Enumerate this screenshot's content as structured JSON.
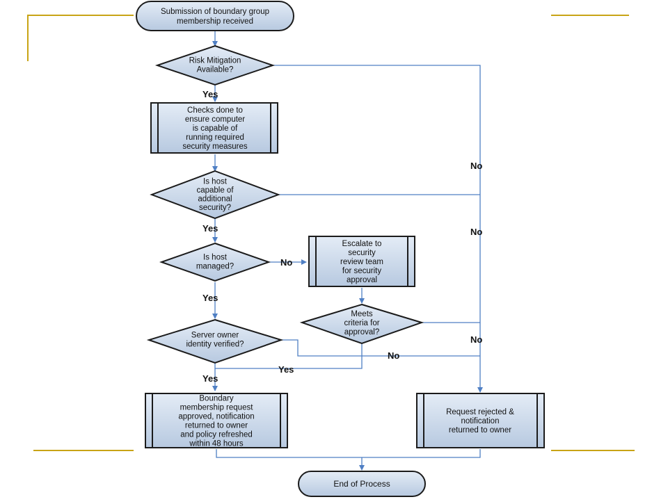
{
  "nodes": {
    "start": "Submission of boundary group membership received",
    "risk": "Risk Mitigation Available?",
    "checks": "Checks done to ensure computer is capable of running required security measures",
    "capable": "Is host capable of additional security?",
    "managed": "Is host managed?",
    "escalate": "Escalate to security review team for security approval",
    "criteria": "Meets criteria for approval?",
    "owner": "Server owner identity verified?",
    "approved": "Boundary membership request approved, notification returned to owner and policy refreshed within 48 hours",
    "rejected": "Request rejected & notification returned to owner",
    "end": "End of Process"
  },
  "labels": {
    "yes": "Yes",
    "no": "No"
  },
  "colors": {
    "box_fill": "#c9d7e9",
    "stroke": "#1b1b1b",
    "connector": "#4f7fc4",
    "accent_rule": "#c8a415"
  }
}
